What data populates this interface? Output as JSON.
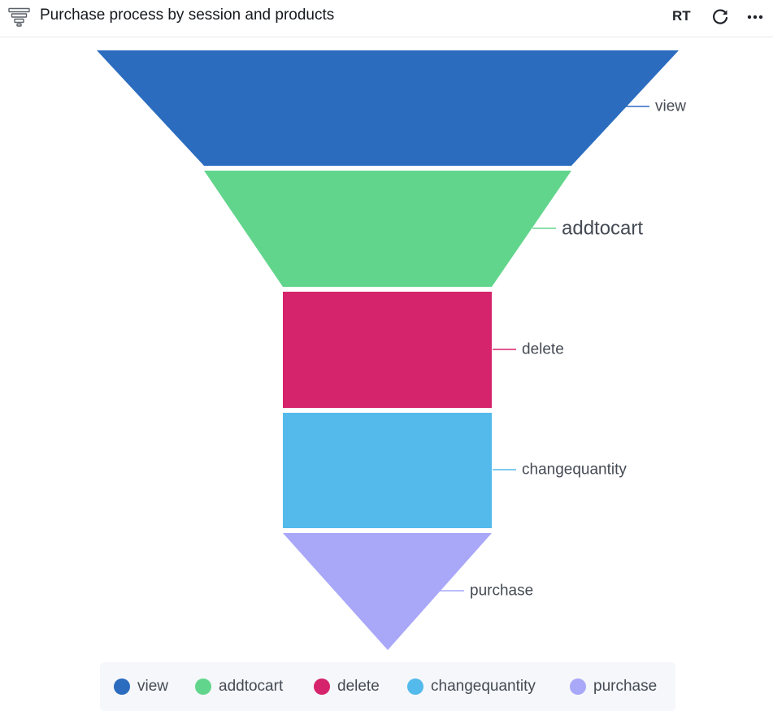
{
  "header": {
    "title": "Purchase process by session and products",
    "badge": "RT",
    "icons": {
      "panel": "funnel-icon",
      "refresh": "refresh-icon",
      "more": "more-icon"
    }
  },
  "chart_data": {
    "type": "funnel",
    "title": "Purchase process by session and products",
    "stages": [
      {
        "name": "view",
        "color": "#2b6cbf"
      },
      {
        "name": "addtocart",
        "color": "#62d58c",
        "highlighted": true
      },
      {
        "name": "delete",
        "color": "#d5246c"
      },
      {
        "name": "changequantity",
        "color": "#54baec"
      },
      {
        "name": "purchase",
        "color": "#a9a7f8"
      }
    ],
    "legend": {
      "position": "bottom",
      "items": [
        "view",
        "addtocart",
        "delete",
        "changequantity",
        "purchase"
      ]
    }
  }
}
